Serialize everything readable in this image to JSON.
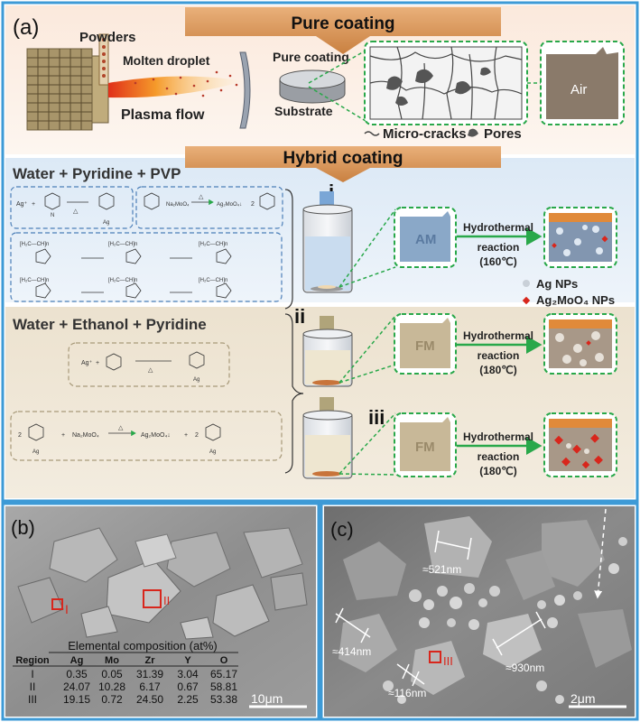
{
  "panel_a": {
    "label": "(a)",
    "banner_pure": "Pure coating",
    "banner_hybrid": "Hybrid coating",
    "powders": "Powders",
    "molten_droplet": "Molten droplet",
    "plasma_flow": "Plasma flow",
    "pure_coating": "Pure coating",
    "substrate": "Substrate",
    "micro_cracks": "Micro-cracks",
    "pores": "Pores",
    "air": "Air",
    "route_i_title": "Water + Pyridine + PVP",
    "route_ii_title": "Water + Ethanol + Pyridine",
    "roman_i": "i",
    "roman_ii": "ii",
    "roman_iii": "iii",
    "am": "AM",
    "fm": "FM",
    "hydrothermal": "Hydrothermal",
    "reaction": "reaction",
    "temp_i": "(160℃)",
    "temp_ii": "(180℃)",
    "temp_iii": "(180℃)",
    "legend_ag": "Ag NPs",
    "legend_agmoo4": "Ag₂MoO₄ NPs",
    "eq_ag": "Ag⁺",
    "eq_na2moo4": "Na₂MoO₄",
    "eq_ag2moo4": "Ag₂MoO₄↓",
    "eq_two": "2",
    "eq_plus": "+",
    "eq_delta": "△",
    "eq_n": "N",
    "eq_ag_sub": "Ag",
    "eq_pvp": "[H₂C—CH]n"
  },
  "panel_b": {
    "label": "(b)",
    "region_I": "I",
    "region_II": "II",
    "scalebar": "10μm",
    "table_title": "Elemental composition (at%)",
    "table_headers": [
      "Region",
      "Ag",
      "Mo",
      "Zr",
      "Y",
      "O"
    ],
    "table_rows": [
      [
        "I",
        "0.35",
        "0.05",
        "31.39",
        "3.04",
        "65.17"
      ],
      [
        "II",
        "24.07",
        "10.28",
        "6.17",
        "0.67",
        "58.81"
      ],
      [
        "III",
        "19.15",
        "0.72",
        "24.50",
        "2.25",
        "53.38"
      ]
    ]
  },
  "panel_c": {
    "label": "(c)",
    "region_III": "III",
    "m_521": "≈521nm",
    "m_414": "≈414nm",
    "m_116": "≈116nm",
    "m_930": "≈930nm",
    "scalebar": "2μm"
  },
  "colors": {
    "frame": "#3d9ad6",
    "banner": "#d9975a",
    "dashed_green": "#29a84a",
    "region_red": "#d8261c"
  }
}
